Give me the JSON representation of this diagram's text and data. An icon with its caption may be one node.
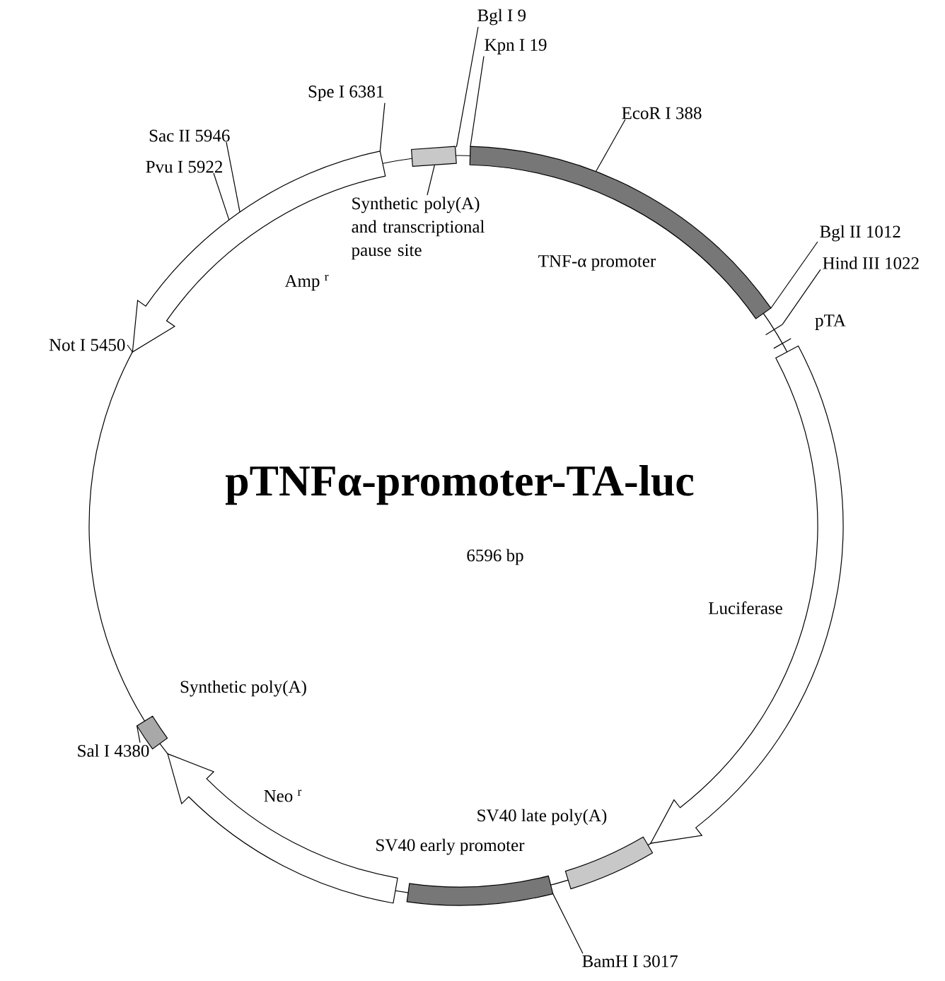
{
  "diagram": {
    "title": "pTNFα-promoter-TA-luc",
    "nodes": [
      {
        "text": [
          "Bgl I 9"
        ]
      },
      {
        "text": [
          "Kpn I 19"
        ]
      },
      {
        "text": [
          "Spe I 6381"
        ]
      },
      {
        "text": [
          "EcoR I 388"
        ]
      },
      {
        "text": [
          "Sac II 5946"
        ]
      },
      {
        "text": [
          "Pvu I 5922"
        ]
      },
      {
        "text": [
          "Synthetic poly(A) and transcriptional pause site"
        ]
      },
      {
        "text": [],
        "shape": "box"
      },
      {
        "text": [
          "Bgl II 1012"
        ]
      },
      {
        "text": [
          "Hind III 1022"
        ]
      },
      {
        "text": [
          "TNF-α promoter"
        ]
      },
      {
        "text": [
          "Amp $^{r}$"
        ]
      },
      {
        "text": [
          "pTA"
        ]
      },
      {
        "text": [
          "Not I 5450"
        ]
      },
      {
        "text": [
          "Luciferase"
        ]
      },
      {
        "text": [
          "Synthetic poly(A)"
        ]
      },
      {
        "text": [
          "Sal I 4380"
        ]
      },
      {
        "text": [
          "Neo $^{r}$"
        ]
      },
      {
        "text": [
          "SV40 late poly(A)"
        ]
      },
      {
        "text": [
          "SV40 early promoter"
        ]
      },
      {
        "text": [
          "BamH I 3017"
        ]
      }
    ],
    "edges": [
      {
        "from": 0,
        "to": 7,
        "arrow": "none"
      },
      {
        "from": 1,
        "to": 10,
        "arrow": "none"
      },
      {
        "from": 2,
        "to": 11,
        "arrow": "none"
      },
      {
        "from": 3,
        "to": 10,
        "arrow": "none"
      },
      {
        "from": 4,
        "to": 11,
        "arrow": "none"
      },
      {
        "from": 5,
        "to": 11,
        "arrow": "none"
      },
      {
        "from": 6,
        "to": 7,
        "arrow": "none"
      },
      {
        "from": 8,
        "to": 10,
        "arrow": "none"
      },
      {
        "from": 9,
        "to": 12,
        "arrow": "none"
      },
      {
        "from": 13,
        "to": 11,
        "arrow": "none"
      },
      {
        "from": 16,
        "to": 15,
        "arrow": "none"
      },
      {
        "from": 20,
        "to": 19,
        "arrow": "none"
      }
    ],
    "labels": [
      "6596 bp"
    ]
  }
}
